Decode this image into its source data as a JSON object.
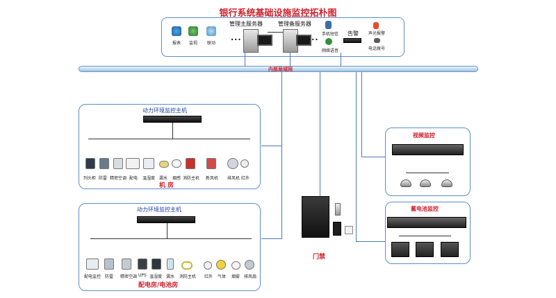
{
  "title": "银行系统基础设施监控拓朴图",
  "top": {
    "main_server": "管理主服务器",
    "backup_server": "管理备服务器",
    "apps": [
      "报表",
      "监视",
      "联动"
    ],
    "alarm_title": "告警",
    "alarm_items": [
      "手机短信",
      "网络语音",
      "声光报警",
      "电话拨号"
    ]
  },
  "network_label": "内部局域网",
  "room1": {
    "host": "动力环境监控主机",
    "devices": [
      "列头柜",
      "防雷",
      "精密空调",
      "配电",
      "温湿度",
      "漏水",
      "烟感",
      "消防主机",
      "新风机",
      "排风机",
      "红外"
    ],
    "name": "机  房"
  },
  "room2": {
    "host": "动力环境监控主机",
    "devices": [
      "配电监控",
      "防雷",
      "精密空调",
      "UPS",
      "温湿度",
      "漏水",
      "消防主机",
      "红外",
      "气体",
      "烟雾",
      "排风扇"
    ],
    "name": "配电房/电池房"
  },
  "video": {
    "title": "视频监控"
  },
  "battery": {
    "title": "蓄电池监控"
  },
  "door": {
    "title": "门禁"
  },
  "colors": {
    "title": "#d0202a",
    "accent": "#1a3fa0",
    "panel_border": "#5b8fc7",
    "network": "#cfe3f5",
    "wire": "#4a7ab8"
  }
}
